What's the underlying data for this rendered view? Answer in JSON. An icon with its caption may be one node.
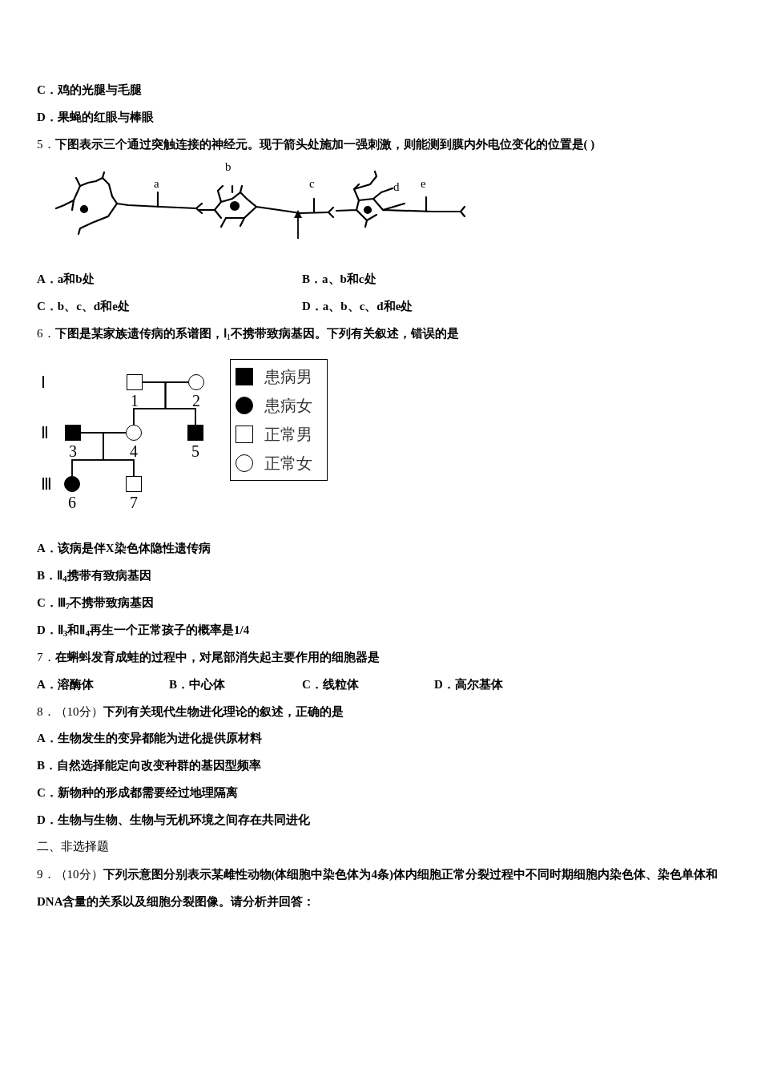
{
  "diagram": {
    "nodes": [
      {
        "text": [],
        "shape": "box",
        "beside": [
          "1"
        ]
      },
      {
        "text": [],
        "shape": "circle",
        "beside": [
          "2"
        ]
      },
      {
        "text": [],
        "shape": "filled-box",
        "beside": [
          "3"
        ]
      },
      {
        "text": [],
        "shape": "circle",
        "beside": [
          "4"
        ]
      },
      {
        "text": [],
        "shape": "filled-box",
        "beside": [
          "5"
        ]
      },
      {
        "text": [],
        "shape": "filled-circle",
        "beside": [
          "6"
        ]
      },
      {
        "text": [],
        "shape": "box",
        "beside": [
          "7"
        ]
      }
    ],
    "edges": [
      {
        "from": 0,
        "to": 1,
        "arrow": "none"
      },
      {
        "from": 0,
        "to": 3,
        "arrow": "none"
      },
      {
        "from": 1,
        "to": 3,
        "arrow": "none"
      },
      {
        "from": 0,
        "to": 4,
        "arrow": "none"
      },
      {
        "from": 1,
        "to": 4,
        "arrow": "none"
      },
      {
        "from": 2,
        "to": 3,
        "arrow": "none"
      },
      {
        "from": 2,
        "to": 5,
        "arrow": "none"
      },
      {
        "from": 3,
        "to": 5,
        "arrow": "none"
      },
      {
        "from": 2,
        "to": 6,
        "arrow": "none"
      },
      {
        "from": 3,
        "to": 6,
        "arrow": "none"
      }
    ],
    "labels": [
      "C．鸡的光腿与毛腿",
      "D．果蝇的红眼与棒眼",
      "5．**下图表示三个通过突触连接的神经元。现于箭头处施加一强刺激，则能测到膜内外电位变化的位置是(    )**",
      "a",
      "b",
      "c",
      "d",
      "e",
      "A．a和b处",
      "B．a、b和c处",
      "C．b、c、d和e处",
      "D．a、b、c、d和e处",
      "6．**下图是某家族遗传病的系谱图，Ⅰ**$_{1}$**不携带致病基因。下列有关叙述，错误的是**",
      "Ⅰ",
      "Ⅱ",
      "Ⅲ",
      "A．该病是伴X染色体隐性遗传病",
      "B．Ⅱ$_{4}$携带有致病基因",
      "C．Ⅲ$_{7}$不携带致病基因",
      "D．Ⅱ$_{3}$和Ⅱ$_{4}$再生一个正常孩子的概率是1/4",
      "7．**在蝌蚪发育成蛙的过程中，对尾部消失起主要作用的细胞器是**",
      "A．溶酶体",
      "B．中心体",
      "C．线粒体",
      "D．高尔基体",
      "8．（10分）**下列有关现代生物进化理论的叙述，正确的是**",
      "A．生物发生的变异都能为进化提供原材料",
      "B．自然选择能定向改变种群的基因型频率",
      "C．新物种的形成都需要经过地理隔离",
      "D．生物与生物、生物与无机环境之间存在共同进化",
      "二、非选择题",
      "9．（10分）**下列示意图分别表示某雌性动物(体细胞中染色体为4条)体内细胞正常分裂过程中不同时期细胞内染色体、染色单体和DNA含量的关系以及细胞分裂图像。请分析并回答：**"
    ],
    "legend": [
      {
        "text": "患病男"
      },
      {
        "text": "患病女"
      },
      {
        "text": "正常男"
      },
      {
        "text": "正常女"
      }
    ]
  }
}
